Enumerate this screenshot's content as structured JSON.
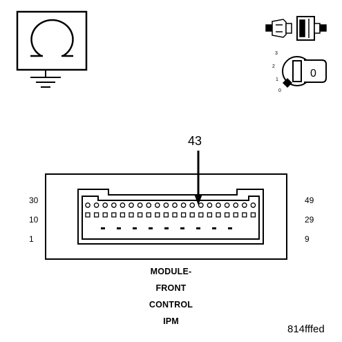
{
  "connector": {
    "callout_pin": "43",
    "left_labels": [
      "30",
      "10",
      "1"
    ],
    "right_labels": [
      "49",
      "29",
      "9"
    ]
  },
  "caption": {
    "lines": [
      "MODULE-",
      "FRONT",
      "CONTROL",
      "IPM"
    ]
  },
  "figure_id": "814fffed",
  "ignition": {
    "positions": [
      "3",
      "2",
      "1",
      "0"
    ],
    "key_label": "0"
  },
  "icons": {
    "ohmmeter": "ohmmeter-ground-icon",
    "connector": "disconnected-connector-icon",
    "ignition": "ignition-key-icon"
  }
}
